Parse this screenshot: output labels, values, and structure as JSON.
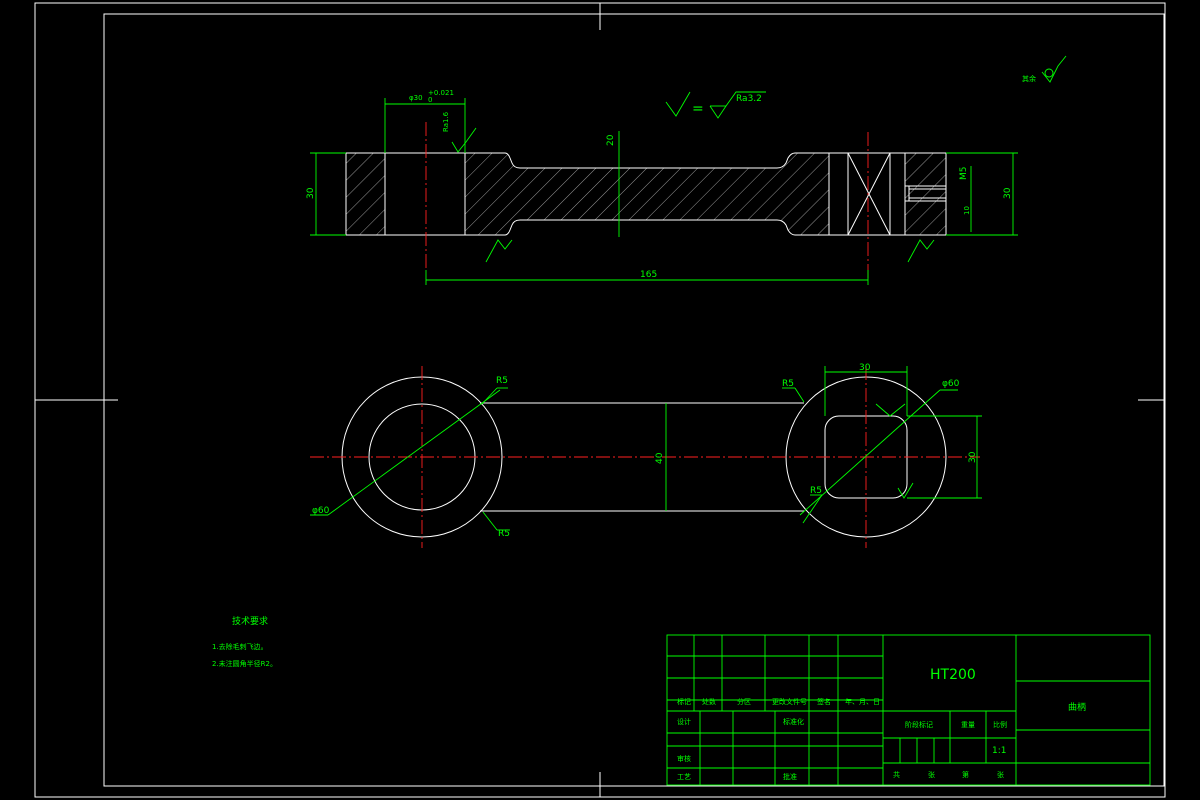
{
  "dimensions": {
    "bore_dia": "φ30",
    "bore_tol": "+0.021",
    "bore_tol_low": "0",
    "bore_ra": "Ra1.6",
    "shank_h": "20",
    "left_h": "30",
    "right_h": "30",
    "center_dist": "165",
    "m5": "M5",
    "m5_depth": "10",
    "r5_top_left": "R5",
    "r5_bot_left": "R5",
    "r5_top_right": "R5",
    "r5_inner_right": "R5",
    "dia_left": "φ60",
    "dia_right": "φ60",
    "shank_w": "40",
    "square_w": "30",
    "square_h": "30"
  },
  "surface_note": {
    "equals": "=",
    "ra": "Ra3.2"
  },
  "corner_note": "其余",
  "tech_req": {
    "title": "技术要求",
    "items": [
      "1.去除毛刺飞边。",
      "2.未注圆角半径R2。"
    ]
  },
  "title_block": {
    "material": "HT200",
    "part_name": "曲柄",
    "header_row": [
      "标记",
      "处数",
      "分区",
      "更改文件号",
      "签名",
      "年、月、日"
    ],
    "design": "设计",
    "standardize": "标准化",
    "review": "审核",
    "process": "工艺",
    "approve": "批准",
    "stage_mark": "阶段标记",
    "weight": "重量",
    "scale": "比例",
    "scale_value": "1:1",
    "sheet_total": "共",
    "sheet_total_unit": "张",
    "sheet_no": "第",
    "sheet_no_unit": "张"
  }
}
